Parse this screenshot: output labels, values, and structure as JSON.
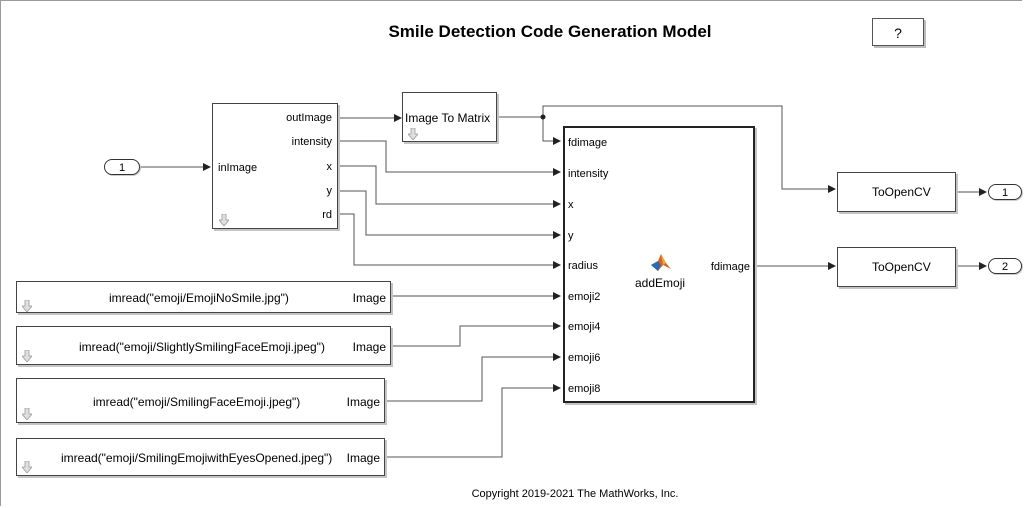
{
  "title": "Smile Detection Code Generation Model",
  "help_label": "?",
  "copyright": "Copyright 2019-2021 The MathWorks, Inc.",
  "inports": {
    "in1": "1"
  },
  "outports": {
    "out1": "1",
    "out2": "2"
  },
  "detector_block": {
    "input": "inImage",
    "outputs": [
      "outImage",
      "intensity",
      "x",
      "y",
      "rd"
    ]
  },
  "image_to_matrix": "Image To Matrix",
  "add_emoji": {
    "name": "addEmoji",
    "inputs": [
      "fdimage",
      "intensity",
      "x",
      "y",
      "radius",
      "emoji2",
      "emoji4",
      "emoji6",
      "emoji8"
    ],
    "output": "fdimage"
  },
  "to_opencv": [
    "ToOpenCV",
    "ToOpenCV"
  ],
  "imread_blocks": [
    {
      "expr": "imread(\"emoji/EmojiNoSmile.jpg\")",
      "port": "Image"
    },
    {
      "expr": "imread(\"emoji/SlightlySmilingFaceEmoji.jpeg\")",
      "port": "Image"
    },
    {
      "expr": "imread(\"emoji/SmilingFaceEmoji.jpeg\")",
      "port": "Image"
    },
    {
      "expr": "imread(\"emoji/SmilingEmojiwithEyesOpened.jpeg\")",
      "port": "Image"
    }
  ],
  "colors": {
    "wire": "#333333",
    "block_border": "#444444",
    "shadow": "#c4c4c4",
    "matlab_orange": "#d9641e",
    "matlab_blue": "#2b6cb0"
  },
  "icons": [
    "down-arrow-icon",
    "matlab-logo-icon"
  ]
}
